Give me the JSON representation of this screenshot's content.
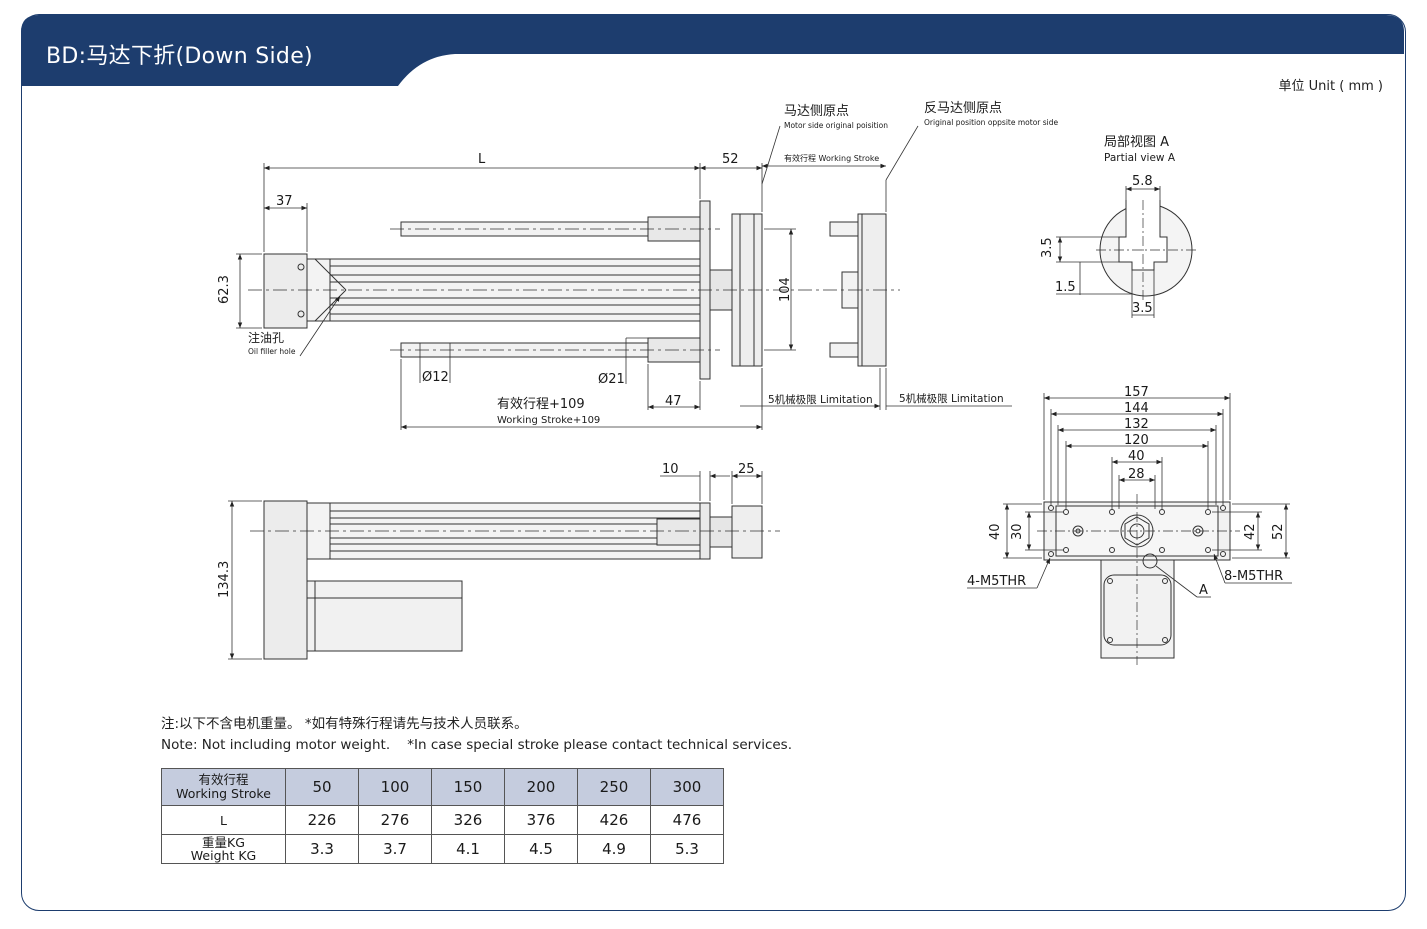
{
  "header": {
    "title": "BD:马达下折(Down Side)",
    "unit": "单位 Unit ( mm )"
  },
  "colors": {
    "brand_navy": "#1d3d6e",
    "table_header": "#c5ccde",
    "line": "#333333"
  },
  "drawing": {
    "dims": {
      "L": "L",
      "d52": "52",
      "d37": "37",
      "d623": "62.3",
      "d104": "104",
      "d12": "Ø12",
      "d21": "Ø21",
      "d47": "47",
      "d10": "10",
      "d25": "25",
      "d1343": "134.3",
      "d58": "5.8",
      "d35a": "3.5",
      "d15": "1.5",
      "d35b": "3.5",
      "d157": "157",
      "d144": "144",
      "d132": "132",
      "d120": "120",
      "d40w": "40",
      "d28": "28",
      "d40h": "40",
      "d30": "30",
      "d42": "42",
      "d52h": "52"
    },
    "labels": {
      "motor_origin_cn": "马达侧原点",
      "motor_origin_en": "Motor side original poisition",
      "anti_origin_cn": "反马达侧原点",
      "anti_origin_en": "Original position oppsite motor side",
      "working_stroke_small": "有效行程 Working Stroke",
      "oil_cn": "注油孔",
      "oil_en": "Oil filler hole",
      "ws109_cn": "有效行程+109",
      "ws109_en": "Working Stroke+109",
      "limit1": "5机械极限 Limitation",
      "limit2": "5机械极限 Limitation",
      "partial_cn": "局部视图 A",
      "partial_en": "Partial view A",
      "m5_4": "4-M5THR",
      "m5_8": "8-M5THR",
      "a_mark": "A"
    }
  },
  "notes": {
    "cn": "注:以下不含电机重量。 *如有特殊行程请先与技术人员联系。",
    "en": "Note: Not including motor weight.    *In case special stroke please contact technical services."
  },
  "table": {
    "header_cn": "有效行程",
    "header_en": "Working Stroke",
    "strokes": [
      "50",
      "100",
      "150",
      "200",
      "250",
      "300"
    ],
    "row_L_label": "L",
    "L": [
      "226",
      "276",
      "326",
      "376",
      "426",
      "476"
    ],
    "row_w_cn": "重量KG",
    "row_w_en": "Weight KG",
    "weight": [
      "3.3",
      "3.7",
      "4.1",
      "4.5",
      "4.9",
      "5.3"
    ]
  }
}
